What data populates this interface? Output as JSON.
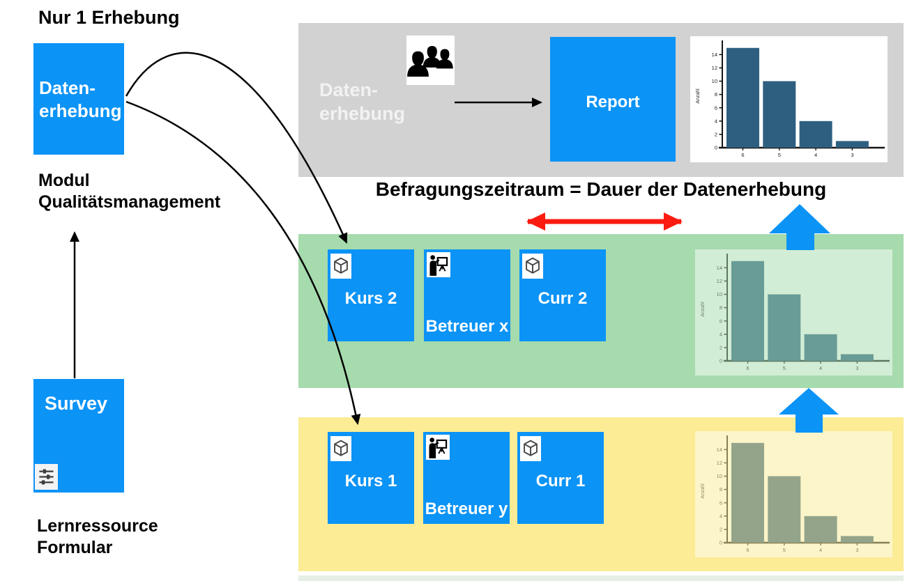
{
  "colors": {
    "accent_blue": "#0b93f6",
    "panel_gray": "#d2d2d2",
    "panel_green": "#a6dbad",
    "panel_yellow": "#fbec95",
    "footer_strip_green": "#e6efe6",
    "red_arrow": "#fb1b10",
    "chart_bar": "#2e5f80"
  },
  "left_column": {
    "top_heading": "Nur 1 Erhebung",
    "datenerhebung_box_label": "Daten-\nerhebung",
    "modul_label": "Modul\nQualitätsmanagement",
    "survey_box_label": "Survey",
    "lernressource_label": "Lernressource\nFormular"
  },
  "report_panel": {
    "datenerhebung_label": "Daten-\nerhebung",
    "report_box_label": "Report",
    "people_icon": "people-group-icon"
  },
  "timeline": {
    "heading": "Befragungszeitraum = Dauer der Datenerhebung"
  },
  "green_panel": {
    "boxes": [
      {
        "label": "Kurs 2",
        "icon": "cube-icon"
      },
      {
        "label": "Betreuer x",
        "icon": "presenter-icon"
      },
      {
        "label": "Curr 2",
        "icon": "cube-icon"
      }
    ]
  },
  "yellow_panel": {
    "boxes": [
      {
        "label": "Kurs 1",
        "icon": "cube-icon"
      },
      {
        "label": "Betreuer y",
        "icon": "presenter-icon"
      },
      {
        "label": "Curr 1",
        "icon": "cube-icon"
      }
    ]
  },
  "chart_data": {
    "type": "bar",
    "categories": [
      "6",
      "5",
      "4",
      "3"
    ],
    "values": [
      15,
      10,
      4,
      1
    ],
    "title": "",
    "xlabel": "",
    "ylabel": "Anzahl",
    "ylim": [
      0,
      15.5
    ],
    "yticks": [
      0,
      2,
      4,
      6,
      8,
      10,
      12,
      14
    ],
    "grid": false,
    "legend": false
  }
}
